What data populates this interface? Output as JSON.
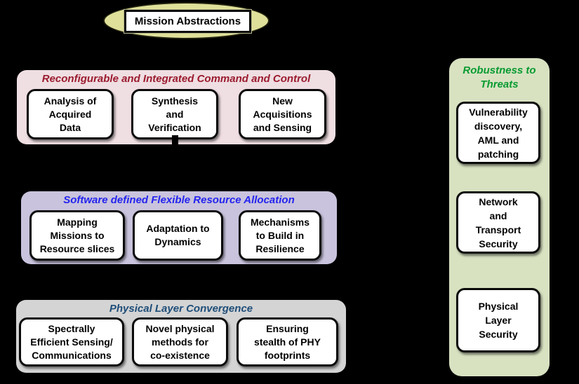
{
  "mission": {
    "label": "Mission Abstractions"
  },
  "colors": {
    "background": "#000000",
    "ellipse_fill": "#dfe099",
    "box_fill": "#ffffff",
    "box_border": "#0a0a0a",
    "panel_pink": "#efdee2",
    "panel_purple": "#c9c3dd",
    "panel_gray": "#d4d4d4",
    "panel_green": "#d8e2c1",
    "title_red": "#9b1b2e",
    "title_blue": "#2424ee",
    "title_steel": "#1f4e79",
    "title_green": "#089b31"
  },
  "panels": [
    {
      "title": "Reconfigurable and Integrated Command and Control",
      "boxes": [
        "Analysis of\nAcquired\nData",
        "Synthesis\nand\nVerification",
        "New\nAcquisitions\nand Sensing"
      ]
    },
    {
      "title": "Software defined Flexible Resource Allocation",
      "boxes": [
        "Mapping\nMissions to\nResource slices",
        "Adaptation to\nDynamics",
        "Mechanisms\nto Build in\nResilience"
      ]
    },
    {
      "title": "Physical Layer Convergence",
      "boxes": [
        "Spectrally\nEfficient Sensing/\nCommunications",
        "Novel physical\nmethods for\nco-existence",
        "Ensuring\nstealth of PHY\nfootprints"
      ]
    },
    {
      "title": "Robustness to\nThreats",
      "boxes": [
        "Vulnerability\ndiscovery,\nAML and\npatching",
        "Network\nand\nTransport\nSecurity",
        "Physical\nLayer\nSecurity"
      ]
    }
  ]
}
